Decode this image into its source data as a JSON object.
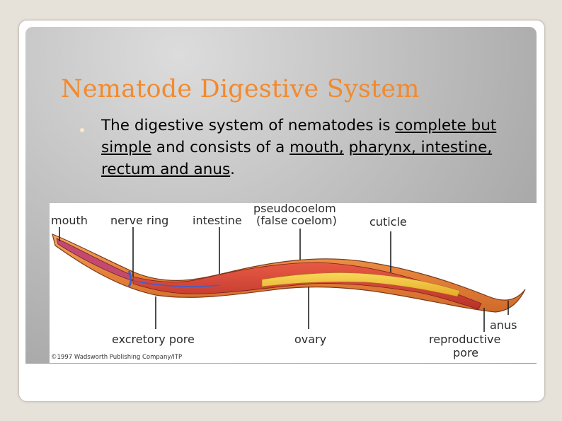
{
  "slide": {
    "title": "Nematode Digestive System",
    "bullet": {
      "intro": "The digestive system of nematodes is ",
      "link1": "complete but simple",
      "mid": " and consists of a ",
      "link2": "mouth,",
      "break": " ",
      "link3": "pharynx, intestine, rectum and anus",
      "end": "."
    }
  },
  "figure": {
    "labels": {
      "mouth": "mouth",
      "nerve_ring": "nerve ring",
      "intestine": "intestine",
      "pseudocoelom": "pseudocoelom",
      "false_coelom": "(false coelom)",
      "cuticle": "cuticle",
      "excretory_pore": "excretory pore",
      "ovary": "ovary",
      "anus": "anus",
      "reproductive": "reproductive",
      "pore": "pore"
    },
    "copyright": "©1997 Wadsworth Publishing Company/ITP"
  },
  "colors": {
    "title": "#f28a2e",
    "body_wall": "#e98a3a",
    "intestine": "#d9402f",
    "ovary": "#f2c23a",
    "nerve": "#3b5fd1"
  }
}
